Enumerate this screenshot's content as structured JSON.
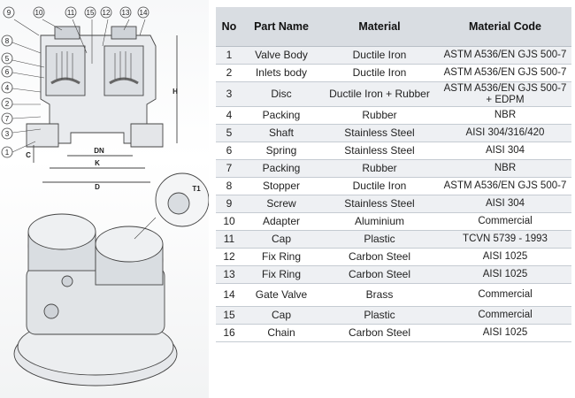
{
  "table": {
    "headers": {
      "no": "No",
      "part_name": "Part Name",
      "material": "Material",
      "material_code": "Material Code"
    },
    "rows": [
      {
        "no": "1",
        "part_name": "Valve Body",
        "material": "Ductile Iron",
        "code": "ASTM A536/EN GJS 500-7"
      },
      {
        "no": "2",
        "part_name": "Inlets body",
        "material": "Ductile Iron",
        "code": "ASTM A536/EN GJS 500-7"
      },
      {
        "no": "3",
        "part_name": "Disc",
        "material": "Ductile Iron + Rubber",
        "code": "ASTM A536/EN GJS 500-7 + EDPM"
      },
      {
        "no": "4",
        "part_name": "Packing",
        "material": "Rubber",
        "code": "NBR"
      },
      {
        "no": "5",
        "part_name": "Shaft",
        "material": "Stainless Steel",
        "code": "AISI 304/316/420"
      },
      {
        "no": "6",
        "part_name": "Spring",
        "material": "Stainless Steel",
        "code": "AISI 304"
      },
      {
        "no": "7",
        "part_name": "Packing",
        "material": "Rubber",
        "code": "NBR"
      },
      {
        "no": "8",
        "part_name": "Stopper",
        "material": "Ductile Iron",
        "code": "ASTM A536/EN GJS 500-7"
      },
      {
        "no": "9",
        "part_name": "Screw",
        "material": "Stainless Steel",
        "code": "AISI 304"
      },
      {
        "no": "10",
        "part_name": "Adapter",
        "material": "Aluminium",
        "code": "Commercial"
      },
      {
        "no": "11",
        "part_name": "Cap",
        "material": "Plastic",
        "code": "TCVN 5739 - 1993"
      },
      {
        "no": "12",
        "part_name": "Fix Ring",
        "material": "Carbon Steel",
        "code": "AISI 1025"
      },
      {
        "no": "13",
        "part_name": "Fix Ring",
        "material": "Carbon Steel",
        "code": "AISI 1025"
      },
      {
        "no": "14",
        "part_name": "Gate Valve",
        "material": "Brass",
        "code": "Commercial"
      },
      {
        "no": "15",
        "part_name": "Cap",
        "material": "Plastic",
        "code": "Commercial"
      },
      {
        "no": "16",
        "part_name": "Chain",
        "material": "Carbon Steel",
        "code": "AISI 1025"
      }
    ]
  },
  "drawing": {
    "callouts": [
      "9",
      "10",
      "11",
      "15",
      "12",
      "13",
      "14",
      "8",
      "5",
      "6",
      "4",
      "2",
      "7",
      "3",
      "1"
    ],
    "dimensions": {
      "h": "H",
      "c": "C",
      "dn": "DN",
      "k": "K",
      "d": "D",
      "t1": "T1"
    }
  },
  "colors": {
    "header_bg": "#d9dde2",
    "row_alt": "#eef0f3",
    "line": "#444444"
  }
}
